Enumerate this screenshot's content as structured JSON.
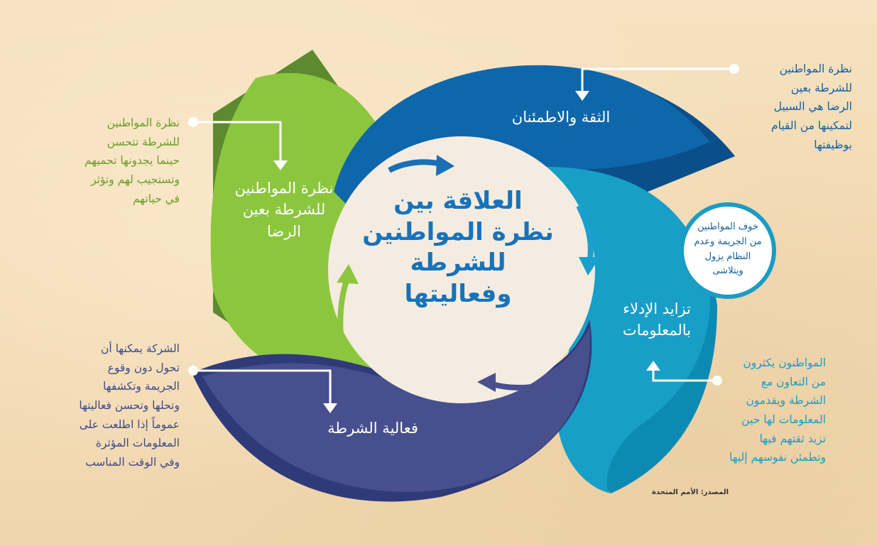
{
  "center": {
    "lines": [
      "العلاقة بين",
      "نظرة المواطنين",
      "للشرطة",
      "وفعاليتها"
    ]
  },
  "segments": {
    "trust": {
      "lines": [
        "الثقة والاطمئنان"
      ]
    },
    "info": {
      "lines": [
        "تزايد الإدلاء",
        "بالمعلومات"
      ]
    },
    "effectiveness": {
      "lines": [
        "فعالية الشرطة"
      ]
    },
    "satisfaction": {
      "lines": [
        "نظرة المواطنين",
        "للشرطة بعين",
        "الرضا"
      ]
    }
  },
  "annotations": {
    "top_right": {
      "lines": [
        "نظرة المواطنين",
        "للشرطة بعين",
        "الرضا هي السبيل",
        "لتمكينها من القيام",
        "بوظيفتها"
      ]
    },
    "top_left": {
      "lines": [
        "نظرة المواطنين",
        "للشرطة تتحسن",
        "حينما يجدونها تحميهم",
        "وتستجيب لهم وتؤثر",
        "في حياتهم"
      ]
    },
    "bottom_left": {
      "lines": [
        "الشركة يمكنها أن",
        "تحول دون وقوع",
        "الجريمة وتكشفها",
        "وتحلها وتحسن فعاليتها",
        "عموماً إذا اطلعت على",
        "المعلومات المؤثرة",
        "وفي الوقت المناسب"
      ]
    },
    "bottom_right": {
      "lines": [
        "المواطنون يكثرون",
        "من التعاون مع",
        "الشرطة ويقدمون",
        "المعلومات لها حين",
        "تزيد ثقتهم فيها",
        "وتطمئن نفوسهم إليها"
      ]
    },
    "bubble": {
      "lines": [
        "خوف المواطنين",
        "من الجريمة وعدم",
        "النظام يزول",
        "ويتلاشى"
      ]
    }
  },
  "source": "المصدر: الأمم المتحدة",
  "colors": {
    "trust": "#0f67ab",
    "trust_dark": "#0a4f8a",
    "info": "#179fc7",
    "info_dark": "#0c8ab1",
    "effectiveness": "#47508d",
    "effectiveness_dark": "#2f3a78",
    "satisfaction": "#8cc63f",
    "satisfaction_dark": "#5d8a2e",
    "center_fill": "#f4ece0",
    "center_text": "#1873b9",
    "green_text": "#6b9c2c",
    "blue_text": "#0f5fa6",
    "navy_text": "#3d4a8c",
    "teal_text": "#179fc7"
  }
}
